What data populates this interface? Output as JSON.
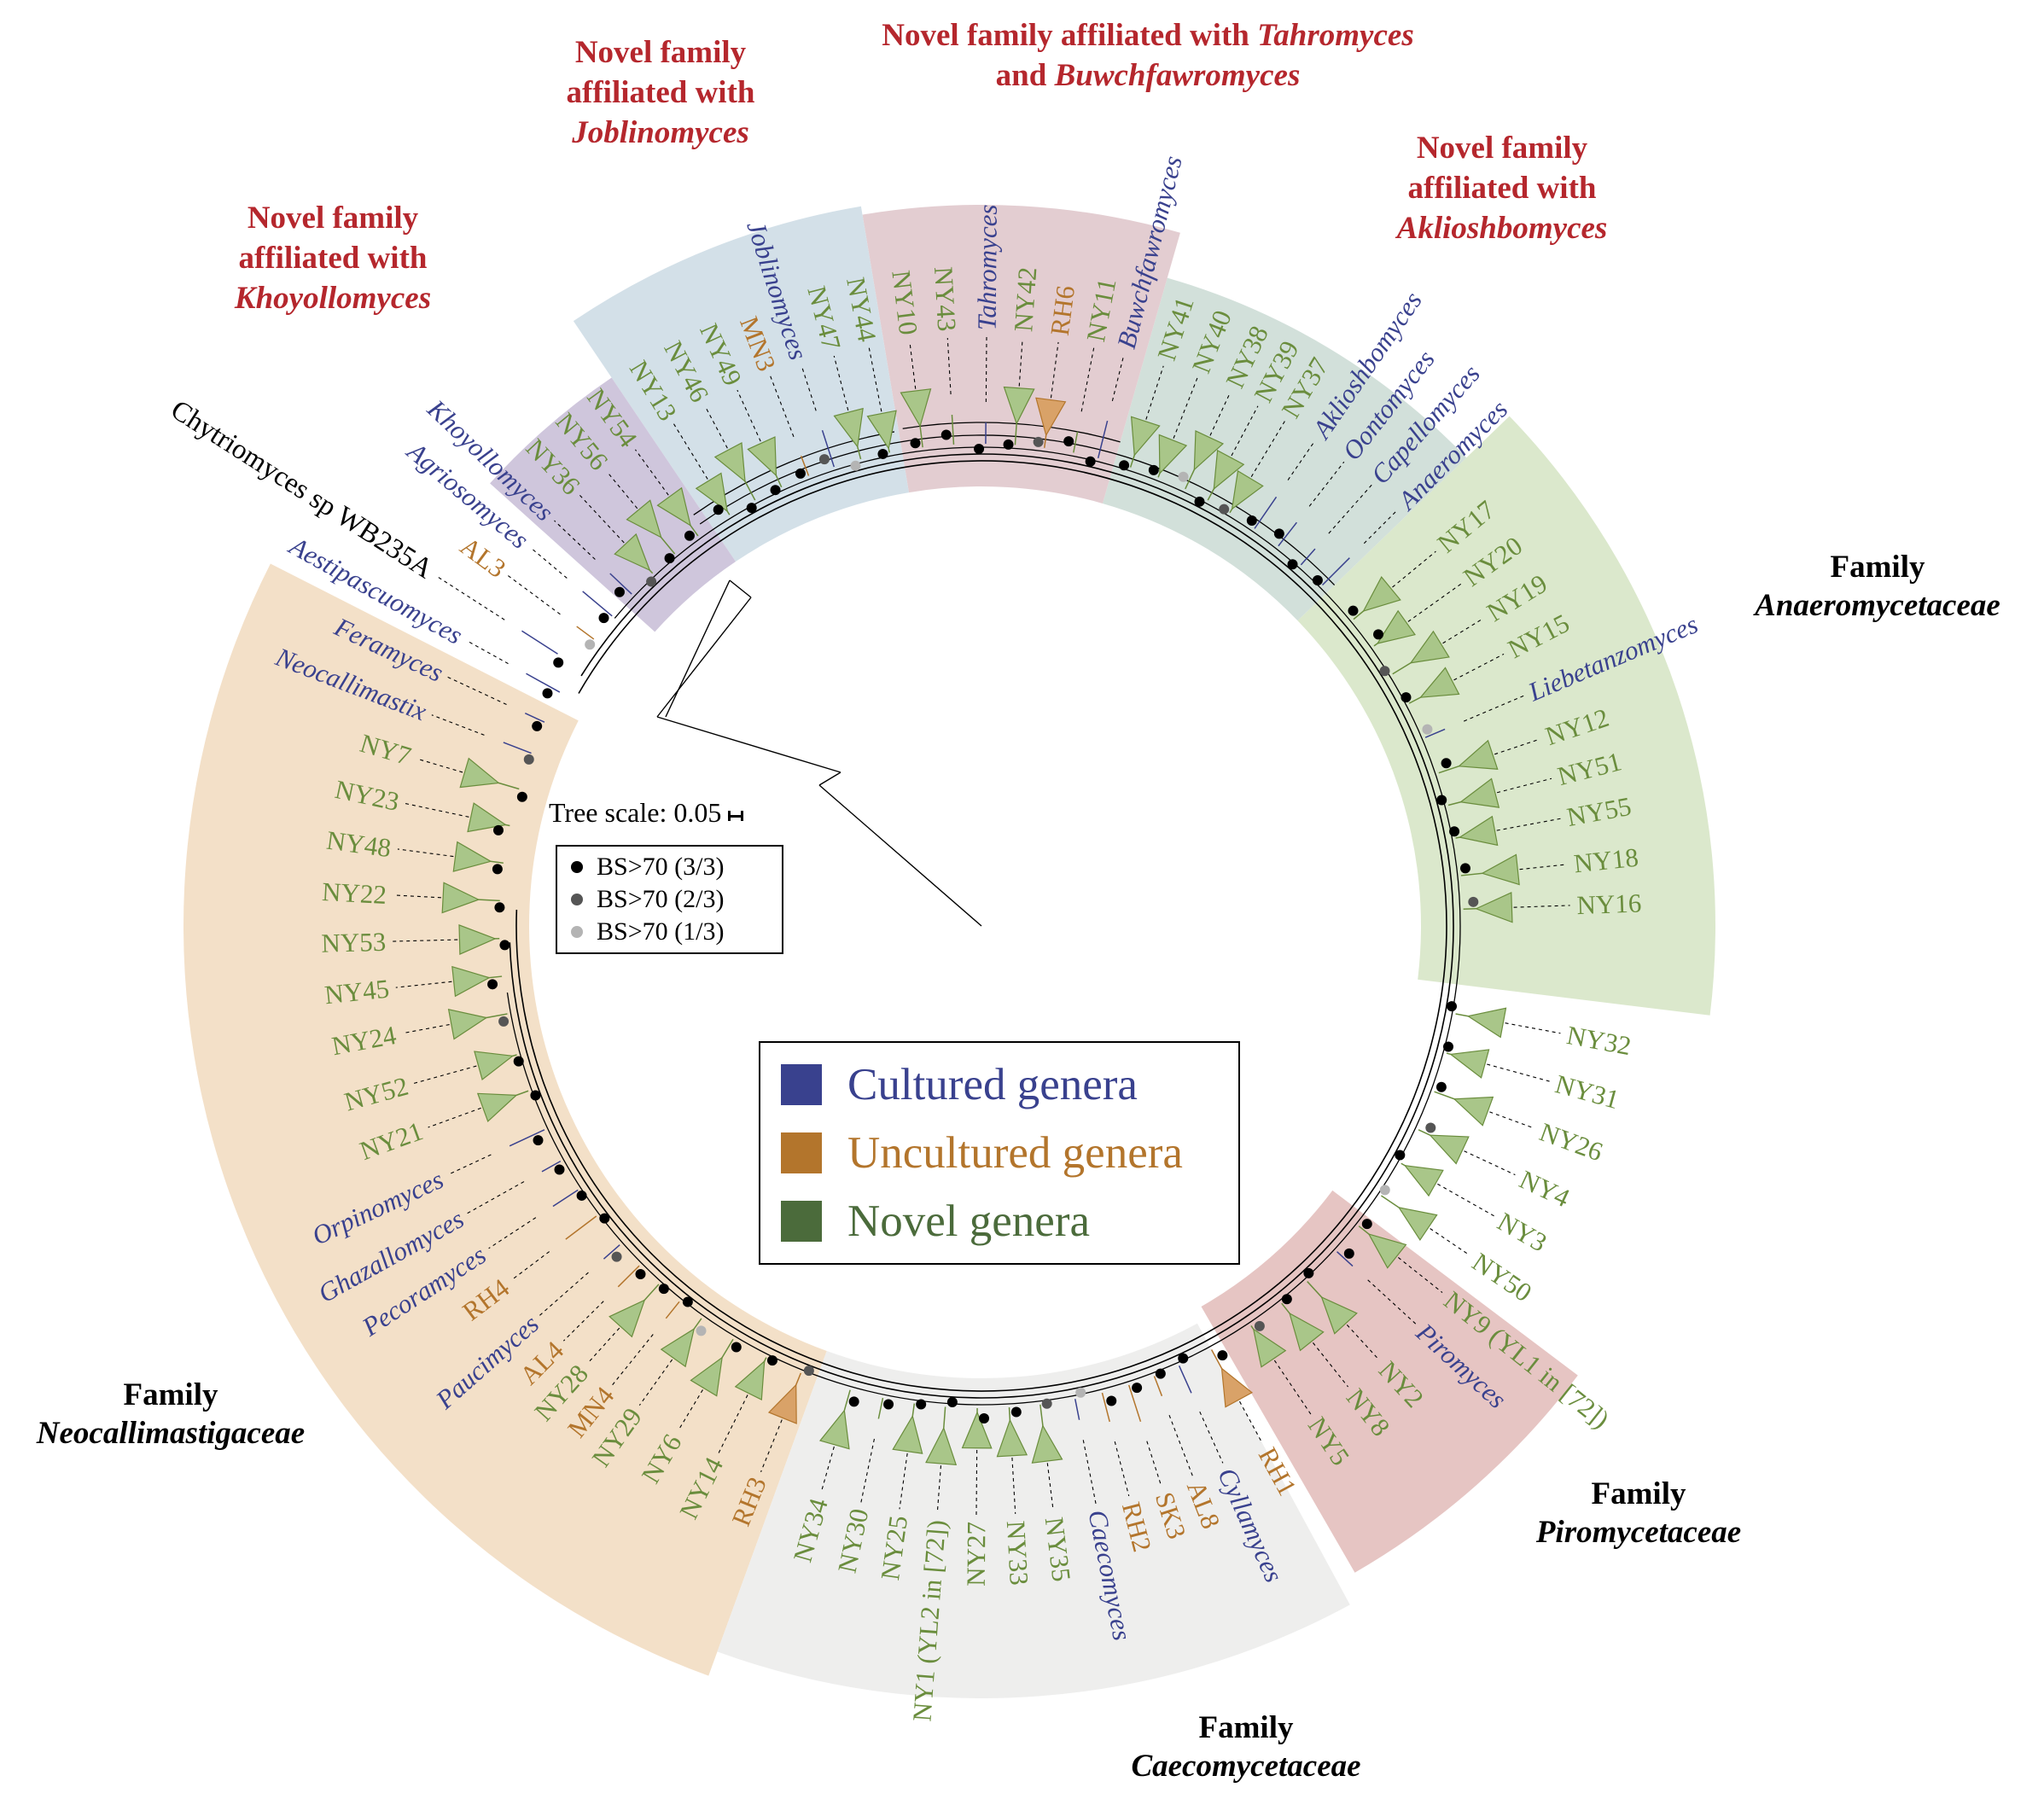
{
  "colors": {
    "cultured": "#39418e",
    "uncultured": "#b3752c",
    "novel": "#6a8d3d",
    "novel_title": "#b5272d",
    "outgroup": "#000000",
    "clade_fill": "#a9c689",
    "bs_3": "#000000",
    "bs_2": "#555555",
    "bs_1": "#b4b4b4"
  },
  "families": [
    {
      "id": "khoyollomyces",
      "name_line1": "Novel family",
      "name_line2": "affiliated with",
      "genus": "Khoyollomyces",
      "color": "#cfc6dc"
    },
    {
      "id": "joblinomyces",
      "name_line1": "Novel family",
      "name_line2": "affiliated with",
      "genus": "Joblinomyces",
      "color": "#d3e0e8"
    },
    {
      "id": "tahromyces",
      "name_line1": "Novel family affiliated with",
      "genus": "Tahromyces",
      "conj": "and",
      "genus2": "Buwchfawromyces",
      "color": "#e3cdd1"
    },
    {
      "id": "aklioshbomyces",
      "name_line1": "Novel family",
      "name_line2": "affiliated with",
      "genus": "Aklioshbomyces",
      "color": "#d2e0da"
    },
    {
      "id": "anaeromycetaceae",
      "name_line1": "Family",
      "genus": "Anaeromycetaceae",
      "color": "#dbe8cc"
    },
    {
      "id": "piromycetaceae",
      "name_line1": "Family",
      "genus": "Piromycetaceae",
      "color": "#e6c5c3"
    },
    {
      "id": "caecomycetaceae",
      "name_line1": "Family",
      "genus": "Caecomycetaceae",
      "color": "#eeeeed"
    },
    {
      "id": "neocallimastigaceae",
      "name_line1": "Family",
      "genus": "Neocallimastigaceae",
      "color": "#f3e0c8"
    }
  ],
  "taxa": [
    {
      "label": "NY32",
      "type": "novel"
    },
    {
      "label": "NY31",
      "type": "novel"
    },
    {
      "label": "NY26",
      "type": "novel"
    },
    {
      "label": "NY4",
      "type": "novel"
    },
    {
      "label": "NY3",
      "type": "novel"
    },
    {
      "label": "NY50",
      "type": "novel"
    },
    {
      "label": "NY9 (YL1 in [72])",
      "type": "novel"
    },
    {
      "label": "Piromyces",
      "type": "cultured"
    },
    {
      "label": "NY2",
      "type": "novel"
    },
    {
      "label": "NY8",
      "type": "novel"
    },
    {
      "label": "NY5",
      "type": "novel"
    },
    {
      "label": "RH1",
      "type": "uncultured"
    },
    {
      "label": "Cyllamyces",
      "type": "cultured"
    },
    {
      "label": "AL8",
      "type": "uncultured"
    },
    {
      "label": "SK3",
      "type": "uncultured"
    },
    {
      "label": "RH2",
      "type": "uncultured"
    },
    {
      "label": "Caecomyces",
      "type": "cultured"
    },
    {
      "label": "NY35",
      "type": "novel"
    },
    {
      "label": "NY33",
      "type": "novel"
    },
    {
      "label": "NY27",
      "type": "novel"
    },
    {
      "label": "NY1 (YL2 in [72])",
      "type": "novel"
    },
    {
      "label": "NY25",
      "type": "novel"
    },
    {
      "label": "NY30",
      "type": "novel"
    },
    {
      "label": "NY34",
      "type": "novel"
    },
    {
      "label": "RH3",
      "type": "uncultured"
    },
    {
      "label": "NY14",
      "type": "novel"
    },
    {
      "label": "NY6",
      "type": "novel"
    },
    {
      "label": "NY29",
      "type": "novel"
    },
    {
      "label": "MN4",
      "type": "uncultured"
    },
    {
      "label": "NY28",
      "type": "novel"
    },
    {
      "label": "AL4",
      "type": "uncultured"
    },
    {
      "label": "Paucimyces",
      "type": "cultured"
    },
    {
      "label": "RH4",
      "type": "uncultured"
    },
    {
      "label": "Pecoramyces",
      "type": "cultured"
    },
    {
      "label": "Ghazallomyces",
      "type": "cultured"
    },
    {
      "label": "Orpinomyces",
      "type": "cultured"
    },
    {
      "label": "NY21",
      "type": "novel"
    },
    {
      "label": "NY52",
      "type": "novel"
    },
    {
      "label": "NY24",
      "type": "novel"
    },
    {
      "label": "NY45",
      "type": "novel"
    },
    {
      "label": "NY53",
      "type": "novel"
    },
    {
      "label": "NY22",
      "type": "novel"
    },
    {
      "label": "NY48",
      "type": "novel"
    },
    {
      "label": "NY23",
      "type": "novel"
    },
    {
      "label": "NY7",
      "type": "novel"
    },
    {
      "label": "Neocallimastix",
      "type": "cultured"
    },
    {
      "label": "Feramyces",
      "type": "cultured"
    },
    {
      "label": "Aestipascuomyces",
      "type": "cultured"
    },
    {
      "label": "Chytriomyces sp WB235A",
      "type": "outgroup"
    },
    {
      "label": "AL3",
      "type": "uncultured"
    },
    {
      "label": "Agriosomyces",
      "type": "cultured"
    },
    {
      "label": "Khoyollomyces",
      "type": "cultured"
    },
    {
      "label": "NY36",
      "type": "novel"
    },
    {
      "label": "NY56",
      "type": "novel"
    },
    {
      "label": "NY54",
      "type": "novel"
    },
    {
      "label": "NY13",
      "type": "novel"
    },
    {
      "label": "NY46",
      "type": "novel"
    },
    {
      "label": "NY49",
      "type": "novel"
    },
    {
      "label": "MN3",
      "type": "uncultured"
    },
    {
      "label": "Joblinomyces",
      "type": "cultured"
    },
    {
      "label": "NY47",
      "type": "novel"
    },
    {
      "label": "NY44",
      "type": "novel"
    },
    {
      "label": "NY10",
      "type": "novel"
    },
    {
      "label": "NY43",
      "type": "novel"
    },
    {
      "label": "Tahromyces",
      "type": "cultured"
    },
    {
      "label": "NY42",
      "type": "novel"
    },
    {
      "label": "RH6",
      "type": "uncultured"
    },
    {
      "label": "NY11",
      "type": "novel"
    },
    {
      "label": "Buwchfawromyces",
      "type": "cultured"
    },
    {
      "label": "NY41",
      "type": "novel"
    },
    {
      "label": "NY40",
      "type": "novel"
    },
    {
      "label": "NY38",
      "type": "novel"
    },
    {
      "label": "NY39",
      "type": "novel"
    },
    {
      "label": "NY37",
      "type": "novel"
    },
    {
      "label": "Aklioshbomyces",
      "type": "cultured"
    },
    {
      "label": "Oontomyces",
      "type": "cultured"
    },
    {
      "label": "Capellomyces",
      "type": "cultured"
    },
    {
      "label": "Anaeromyces",
      "type": "cultured"
    },
    {
      "label": "NY17",
      "type": "novel"
    },
    {
      "label": "NY20",
      "type": "novel"
    },
    {
      "label": "NY19",
      "type": "novel"
    },
    {
      "label": "NY15",
      "type": "novel"
    },
    {
      "label": "Liebetanzomyces",
      "type": "cultured"
    },
    {
      "label": "NY12",
      "type": "novel"
    },
    {
      "label": "NY51",
      "type": "novel"
    },
    {
      "label": "NY55",
      "type": "novel"
    },
    {
      "label": "NY18",
      "type": "novel"
    },
    {
      "label": "NY16",
      "type": "novel"
    }
  ],
  "tree_scale": {
    "label": "Tree scale: 0.05"
  },
  "bootstrap_legend": [
    {
      "label": "BS>70 (3/3)",
      "level": "bs_3"
    },
    {
      "label": "BS>70 (2/3)",
      "level": "bs_2"
    },
    {
      "label": "BS>70 (1/3)",
      "level": "bs_1"
    }
  ],
  "genera_legend": [
    {
      "label": "Cultured genera",
      "swatch": "#39418e",
      "text_color": "#39418e"
    },
    {
      "label": "Uncultured genera",
      "swatch": "#b3752c",
      "text_color": "#b3752c"
    },
    {
      "label": "Novel genera",
      "swatch": "#4b6b3b",
      "text_color": "#4b6b3b"
    }
  ]
}
